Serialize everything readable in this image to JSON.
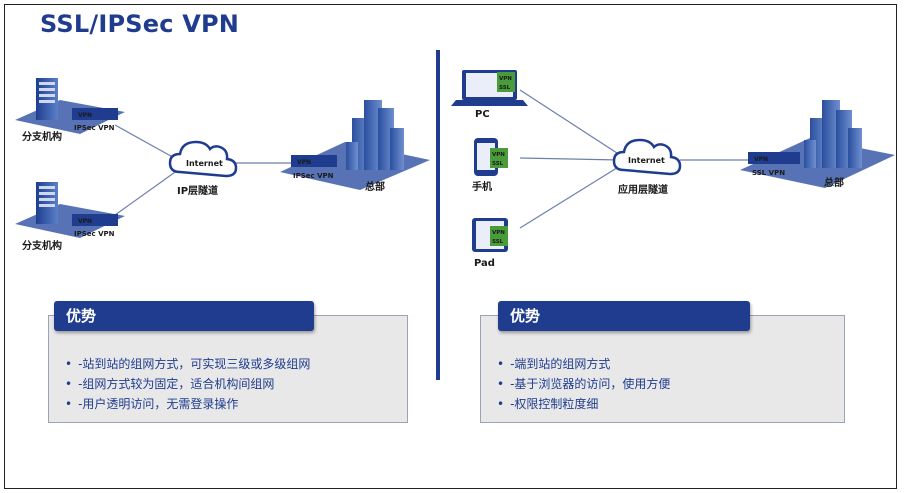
{
  "title": "SSL/IPSec VPN",
  "left": {
    "branch1_label": "分支机构",
    "branch2_label": "分支机构",
    "vpn_tag": "VPN",
    "ipsec_vpn_label": "IPSec VPN",
    "cloud_label": "Internet",
    "tunnel_label": "IP层隧道",
    "hq_label": "总部",
    "advantages_title": "优势",
    "advantages": [
      "-站到站的组网方式，可实现三级或多级组网",
      "-组网方式较为固定，适合机构间组网",
      "-用户透明访问，无需登录操作"
    ]
  },
  "right": {
    "pc_label": "PC",
    "phone_label": "手机",
    "pad_label": "Pad",
    "vpn_tag": "VPN",
    "ssl_tag": "SSL",
    "cloud_label": "Internet",
    "tunnel_label": "应用层隧道",
    "ssl_vpn_label": "SSL VPN",
    "hq_label": "总部",
    "advantages_title": "优势",
    "advantages": [
      "-端到站的组网方式",
      "-基于浏览器的访问，使用方便",
      "-权限控制粒度细"
    ]
  },
  "colors": {
    "accent": "#1f3c8f",
    "panel_bg": "#e8e8e8",
    "green": "#4a9b3a"
  }
}
